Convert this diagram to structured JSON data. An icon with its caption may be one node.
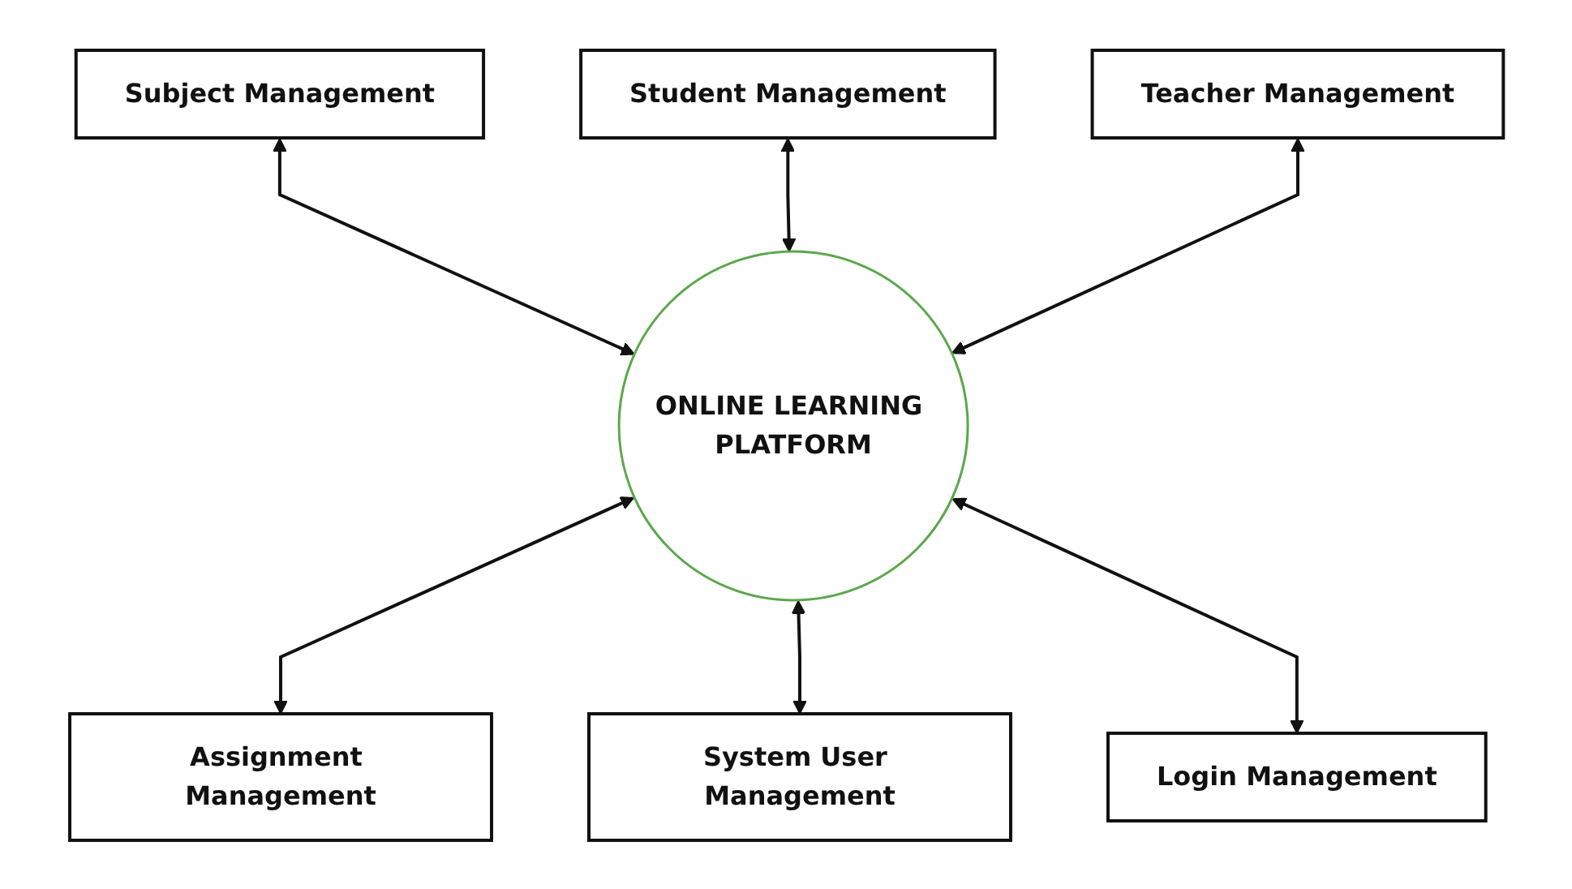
{
  "diagram": {
    "nodes": [
      {
        "text": [
          "Subject Management"
        ]
      },
      {
        "text": [
          "Student Management"
        ]
      },
      {
        "text": [
          "Teacher Management"
        ]
      },
      {
        "text": [
          "ONLINE LEARNING PLATFORM"
        ]
      },
      {
        "text": [
          "Assignment Management"
        ]
      },
      {
        "text": [
          "System User Management"
        ]
      },
      {
        "text": [
          "Login Management"
        ]
      }
    ],
    "edges": [
      {
        "from": 0,
        "to": 3,
        "arrow": "both"
      },
      {
        "from": 1,
        "to": 3,
        "arrow": "both"
      },
      {
        "from": 2,
        "to": 3,
        "arrow": "both"
      },
      {
        "from": 3,
        "to": 4,
        "arrow": "both"
      },
      {
        "from": 3,
        "to": 5,
        "arrow": "both"
      },
      {
        "from": 3,
        "to": 6,
        "arrow": "both"
      }
    ]
  }
}
